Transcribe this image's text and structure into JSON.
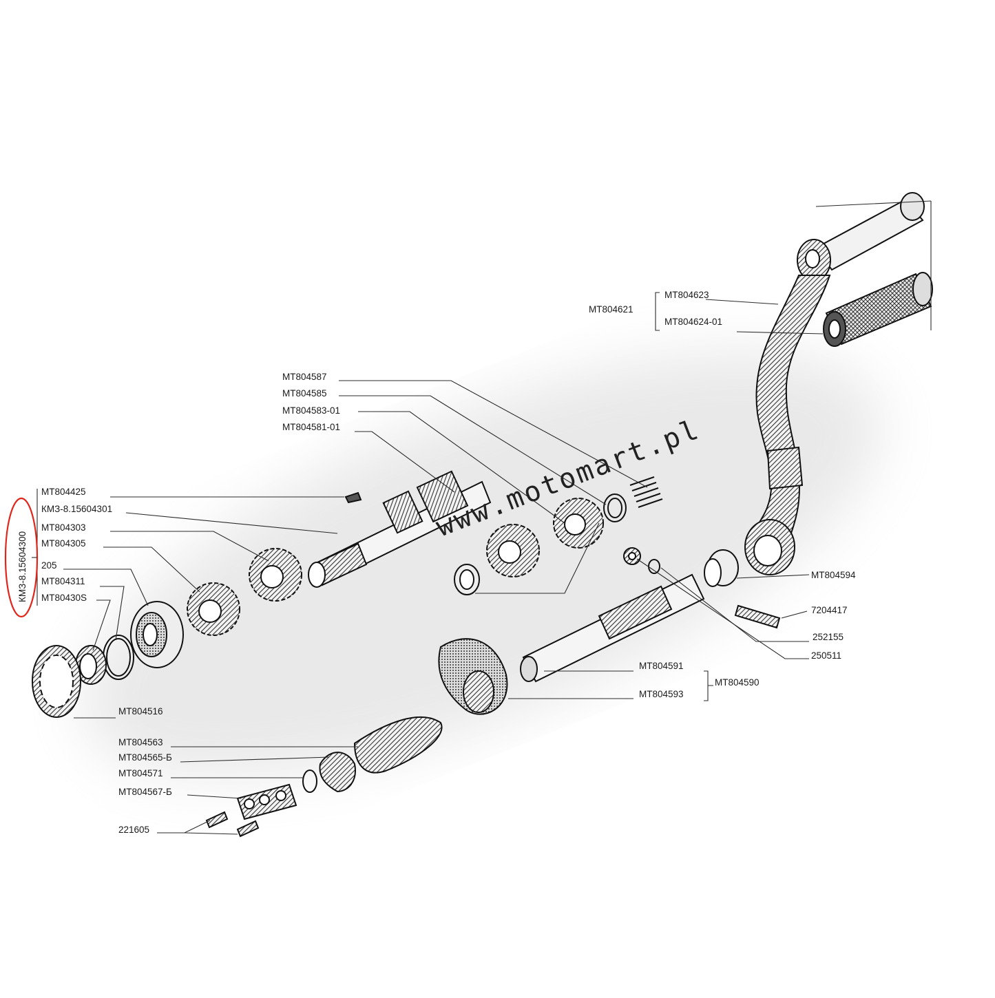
{
  "watermark": "www.motomart.pl",
  "assembly_label": "КМЗ-8.15604300",
  "highlight_color": "#e0261b",
  "labels": {
    "mt804621": "МТ804621",
    "mt804623": "МТ804623",
    "mt804624_01": "МТ804624-01",
    "mt804587": "МТ804587",
    "mt804585": "МТ804585",
    "mt804583_01": "МТ804583-01",
    "mt804581_01": "МТ804581-01",
    "mt804425": "МТ804425",
    "kmz_15604301": "КМЗ-8.15604301",
    "mt804303": "МТ804303",
    "mt804305": "МТ804305",
    "p205": "205",
    "mt804311": "МТ804311",
    "mt80430s": "МТ80430S",
    "mt804594": "МТ804594",
    "p7204417": "7204417",
    "p252155": "252155",
    "p250511": "250511",
    "mt804591": "МТ804591",
    "mt804590": "МТ804590",
    "mt804593": "МТ804593",
    "mt804516": "МТ804516",
    "mt804563": "МТ804563",
    "mt804565b": "МТ804565-Б",
    "mt804571": "МТ804571",
    "mt804567b": "МТ804567-Б",
    "p221605": "221605"
  }
}
